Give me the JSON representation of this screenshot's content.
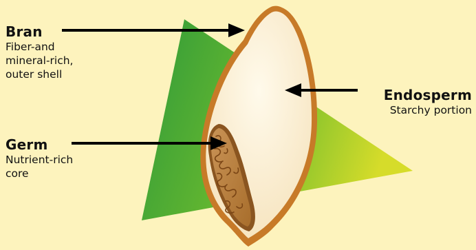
{
  "colors": {
    "background": "#fdf3bd",
    "triangle_dark": "#2f9a3a",
    "triangle_light": "#d6dc2a",
    "kernel_outline": "#c77a28",
    "kernel_fill": "#fdf0d3",
    "germ_fill": "#b8823e",
    "arrow": "#000000"
  },
  "labels": {
    "bran": {
      "title": "Bran",
      "description": "Fiber-and mineral-rich, outer shell",
      "line1": "Fiber-and",
      "line2": "mineral-rich,",
      "line3": "outer shell"
    },
    "germ": {
      "title": "Germ",
      "description": "Nutrient-rich core",
      "line1": "Nutrient-rich",
      "line2": "core"
    },
    "endosperm": {
      "title": "Endosperm",
      "description": "Starchy portion"
    }
  }
}
